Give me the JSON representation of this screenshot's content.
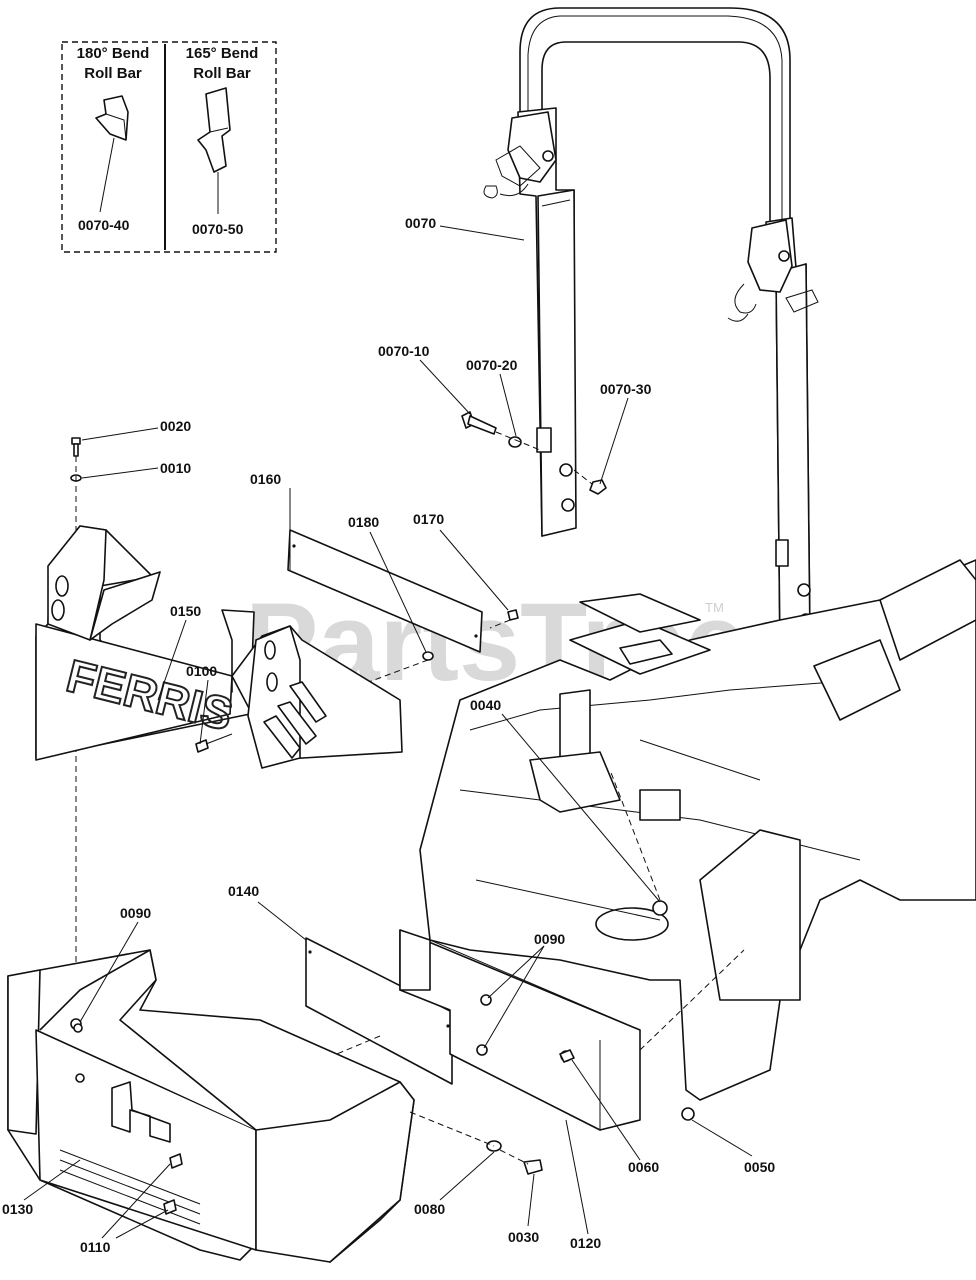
{
  "watermark": {
    "text": "PartsTree",
    "trademark": "TM"
  },
  "inset": {
    "left_title": "180° Bend Roll Bar",
    "left_title_line1": "180° Bend",
    "left_title_line2": "Roll Bar",
    "right_title_line1": "165° Bend",
    "right_title_line2": "Roll Bar",
    "left_part": "0070-40",
    "right_part": "0070-50"
  },
  "brand_text": "FERRIS",
  "callouts": {
    "c0070": "0070",
    "c0070_10": "0070-10",
    "c0070_20": "0070-20",
    "c0070_30": "0070-30",
    "c0020": "0020",
    "c0010": "0010",
    "c0160": "0160",
    "c0180": "0180",
    "c0170": "0170",
    "c0150": "0150",
    "c0100": "0100",
    "c0040": "0040",
    "c0140": "0140",
    "c0090a": "0090",
    "c0090b": "0090",
    "c0130": "0130",
    "c0110": "0110",
    "c0080": "0080",
    "c0030": "0030",
    "c0120": "0120",
    "c0060": "0060",
    "c0050": "0050"
  }
}
